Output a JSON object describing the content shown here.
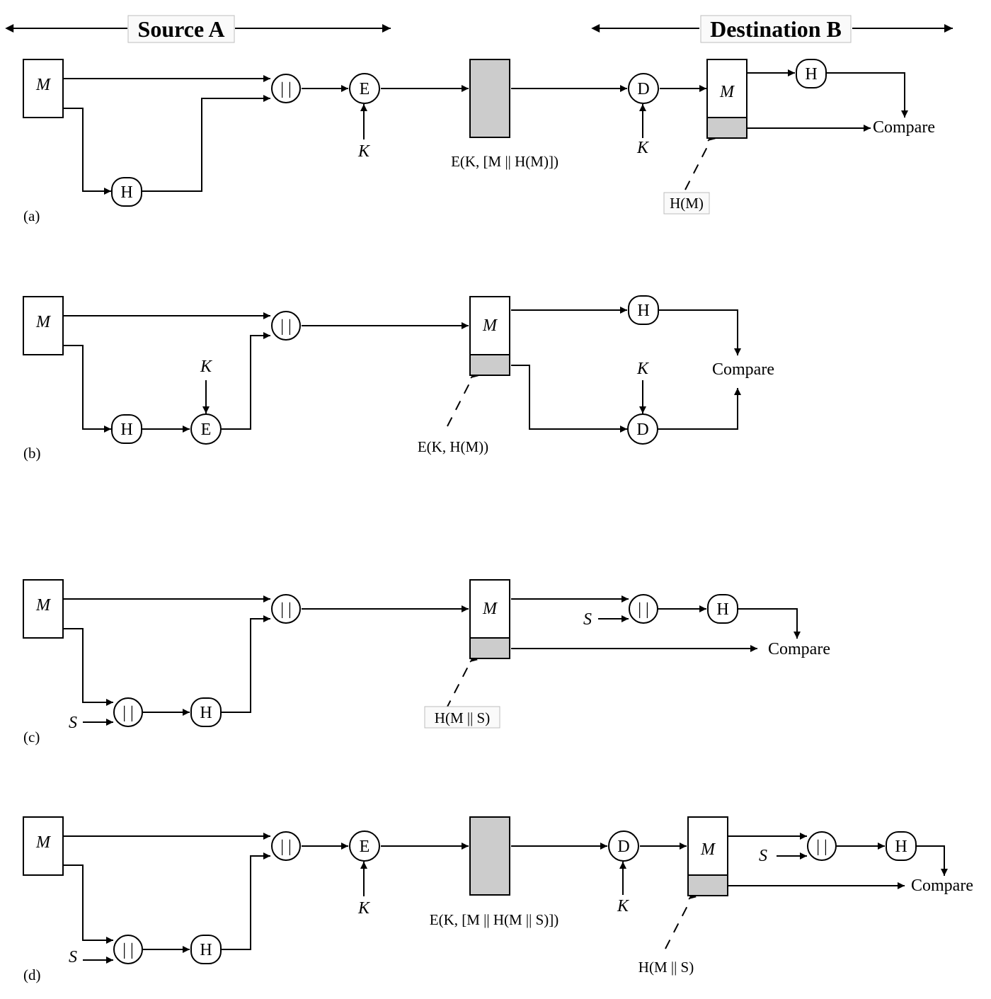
{
  "headers": {
    "source": "Source A",
    "destination": "Destination B"
  },
  "symbols": {
    "message": "M",
    "hash": "H",
    "encrypt": "E",
    "decrypt": "D",
    "concat": "| |",
    "key": "K",
    "secret": "S",
    "compare": "Compare"
  },
  "panels": {
    "a": {
      "tag": "(a)",
      "transmitted": "E(K, [M || H(M)])",
      "appended": "H(M)"
    },
    "b": {
      "tag": "(b)",
      "appended": "E(K, H(M))"
    },
    "c": {
      "tag": "(c)",
      "appended": "H(M || S)"
    },
    "d": {
      "tag": "(d)",
      "transmitted": "E(K, [M || H(M || S)])",
      "appended": "H(M || S)"
    }
  }
}
